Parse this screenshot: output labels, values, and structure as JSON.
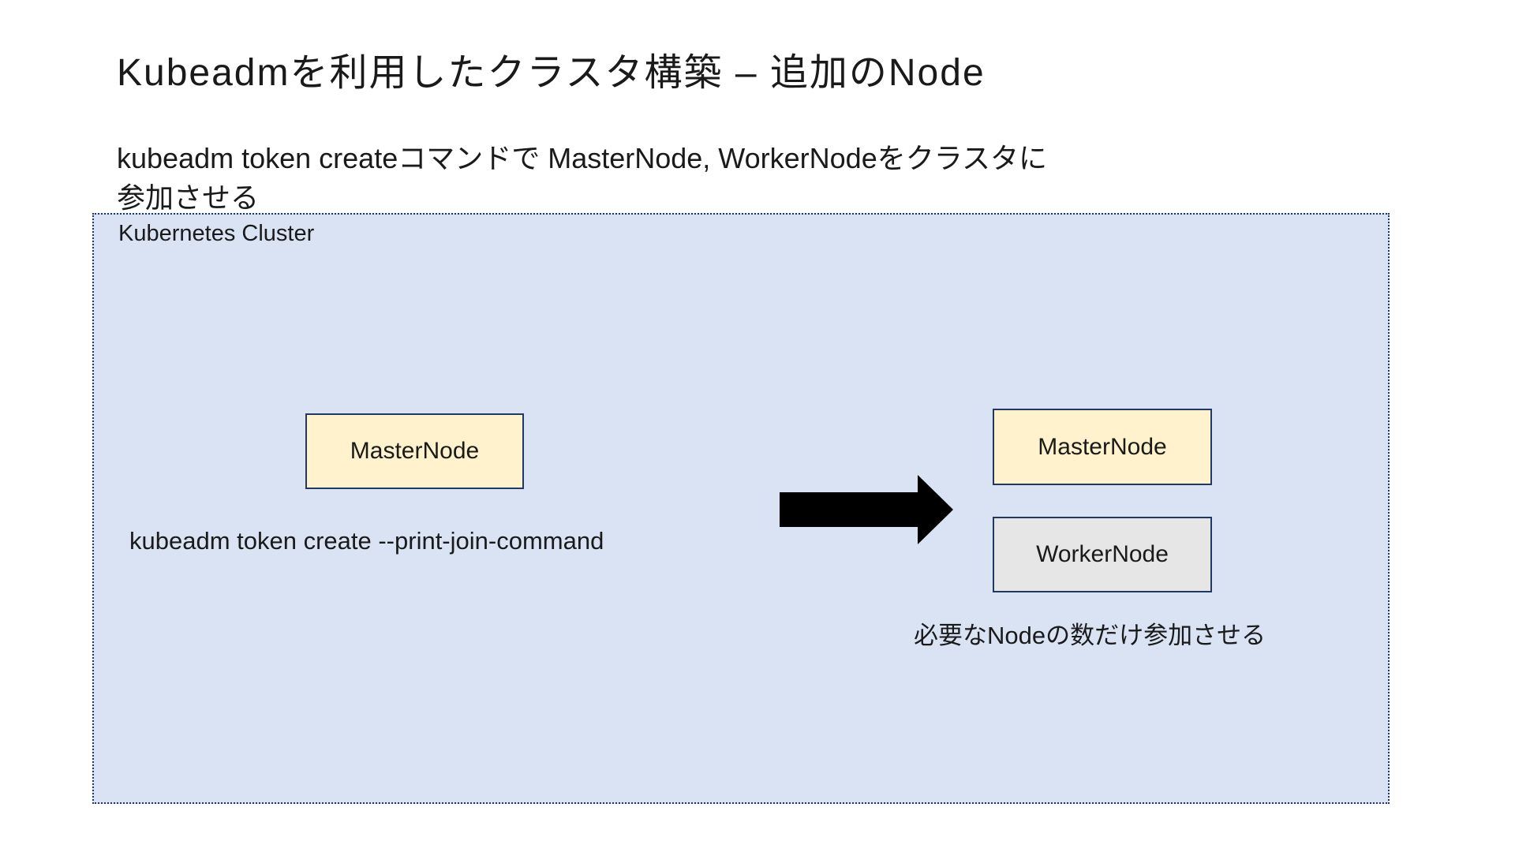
{
  "slide": {
    "title": "Kubeadmを利用したクラスタ構築 – 追加のNode",
    "subtitle": {
      "line1": "kubeadm token createコマンドで MasterNode, WorkerNodeをクラスタに",
      "line2": "参加させる"
    },
    "cluster": {
      "label": "Kubernetes Cluster",
      "fill_color": "#dae3f3",
      "border_color": "#1f3864"
    },
    "before": {
      "master_node": "MasterNode",
      "command": "kubeadm token create --print-join-command"
    },
    "after": {
      "master_node": "MasterNode",
      "worker_node": "WorkerNode",
      "caption": "必要なNodeの数だけ参加させる"
    },
    "icons": {
      "arrow": "arrow-right-icon"
    },
    "colors": {
      "master_node_fill": "#fff2cc",
      "worker_node_fill": "#e7e6e6",
      "node_border": "#1f3864",
      "arrow_fill": "#000000",
      "text": "#1a1a1a"
    }
  }
}
